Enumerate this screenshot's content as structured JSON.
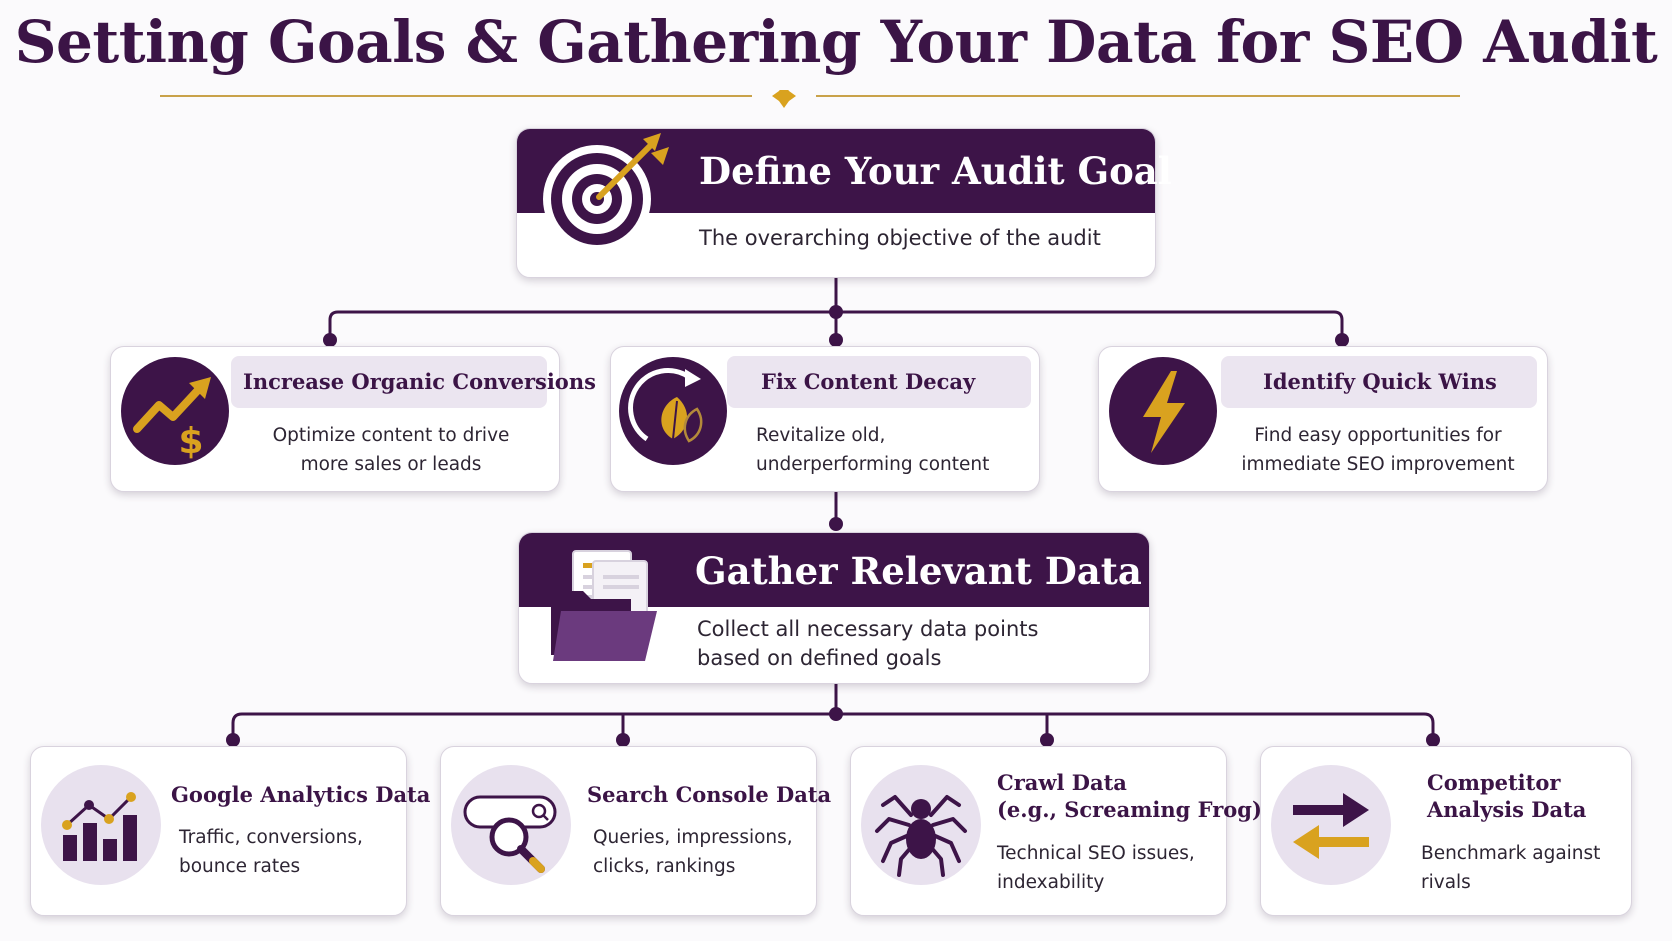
{
  "title": "Setting Goals & Gathering Your Data for SEO Audit",
  "colors": {
    "primary": "#3d1448",
    "accent": "#d9a21f",
    "light": "#e8e1ee"
  },
  "audit_goal": {
    "title": "Define Your Audit Goal",
    "subtitle": "The overarching objective of the audit",
    "icon": "target-arrow-icon"
  },
  "goals": [
    {
      "title": "Increase Organic Conversions",
      "desc_1": "Optimize content to drive",
      "desc_2": "more sales or leads",
      "icon": "growth-dollar-icon"
    },
    {
      "title": "Fix Content Decay",
      "desc_1": "Revitalize old,",
      "desc_2": "underperforming content",
      "icon": "refresh-leaf-icon"
    },
    {
      "title": "Identify Quick Wins",
      "desc_1": "Find easy opportunities for",
      "desc_2": "immediate SEO improvement",
      "icon": "lightning-icon"
    }
  ],
  "gather": {
    "title": "Gather Relevant Data",
    "desc_1": "Collect all necessary data points",
    "desc_2": "based on defined goals",
    "icon": "folder-documents-icon"
  },
  "data_sources": [
    {
      "title_1": "Google Analytics Data",
      "title_2": "",
      "desc_1": "Traffic, conversions,",
      "desc_2": "bounce rates",
      "icon": "analytics-chart-icon"
    },
    {
      "title_1": "Search Console Data",
      "title_2": "",
      "desc_1": "Queries, impressions,",
      "desc_2": "clicks, rankings",
      "icon": "search-magnifier-icon"
    },
    {
      "title_1": "Crawl Data",
      "title_2": "(e.g., Screaming Frog)",
      "desc_1": "Technical SEO issues,",
      "desc_2": "indexability",
      "icon": "spider-icon"
    },
    {
      "title_1": "Competitor",
      "title_2": "Analysis Data",
      "desc_1": "Benchmark against",
      "desc_2": "rivals",
      "icon": "swap-arrows-icon"
    }
  ]
}
